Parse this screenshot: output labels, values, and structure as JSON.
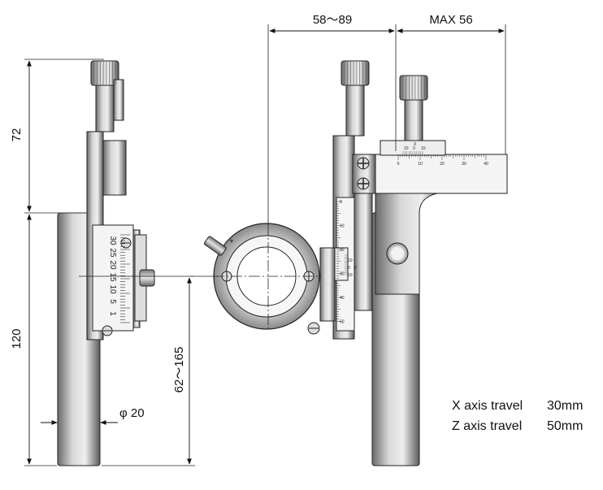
{
  "dimensions": {
    "top_left": "58～89",
    "top_right": "MAX 56",
    "left_upper": "72",
    "left_lower": "120",
    "middle_vertical": "62～165",
    "diameter": "φ 20"
  },
  "specs": [
    {
      "label": "X axis travel",
      "value": "30mm"
    },
    {
      "label": "Z axis travel",
      "value": "50mm"
    }
  ],
  "scales": {
    "side_numbers": [
      "30",
      "25",
      "20",
      "15",
      "10",
      "5",
      "1"
    ],
    "horizontal_ticks": [
      "0",
      "10",
      "20",
      "30",
      "40"
    ],
    "vertical_ticks": [
      "0",
      "10",
      "20",
      "30",
      "40",
      "50"
    ],
    "vernier_x": [
      "10",
      "0",
      "10"
    ],
    "vernier_z": [
      "10",
      "0",
      "10"
    ],
    "vernier_x_letter": "X",
    "vernier_z_letter": "Z"
  }
}
